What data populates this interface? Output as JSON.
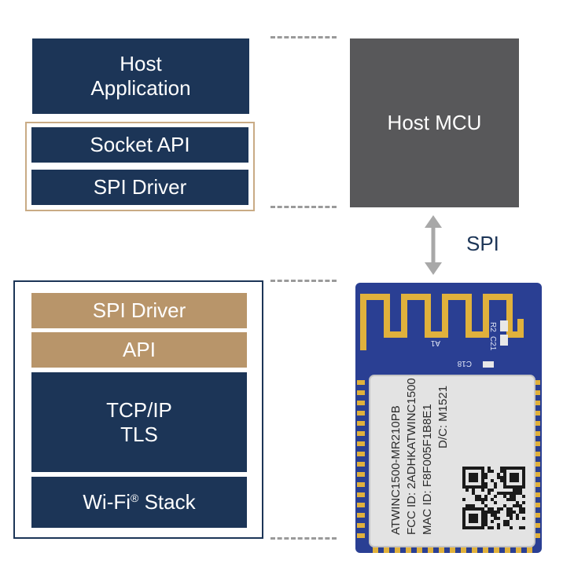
{
  "host_stack": {
    "application": [
      "Host",
      "Application"
    ],
    "socket_api": "Socket API",
    "spi_driver": "SPI Driver"
  },
  "host_mcu": {
    "label": "Host MCU"
  },
  "link": {
    "label": "SPI"
  },
  "module_stack": {
    "spi_driver": "SPI Driver",
    "api": "API",
    "tcpip": [
      "TCP/IP",
      "TLS"
    ],
    "wifi": "Wi-Fi",
    "wifi_mark": "®",
    "wifi_suffix": " Stack"
  },
  "module_label": {
    "lines": [
      "ATWINC1500-MR210PB",
      "FCC ID: 2ADHKATWINC1500",
      "MAC ID: F8F005F1B8E1"
    ],
    "dc": "D/C: M1521",
    "antenna": "A1",
    "c18": "C18",
    "r2": "R2",
    "c21": "C21"
  },
  "colors": {
    "navy": "#1c3557",
    "tan": "#b8956a",
    "tan_border": "#c9ab85",
    "mcu_gray": "#58585a",
    "pcb_blue": "#2a3f93",
    "gold": "#e0b13c",
    "arrow_gray": "#a8a8a8"
  },
  "icons": {
    "link_arrow": "double-arrow-vertical-icon",
    "chip": "wifi-module-image",
    "qr": "qr-code-icon"
  }
}
